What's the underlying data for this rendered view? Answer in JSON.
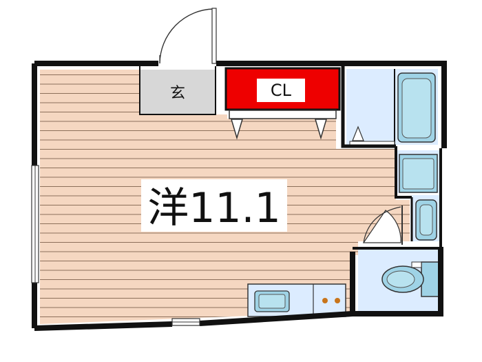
{
  "plan": {
    "rooms": {
      "genkan": {
        "label": "玄"
      },
      "closet": {
        "label": "CL"
      },
      "main_room": {
        "label": "洋11.1"
      }
    }
  },
  "colors": {
    "floor_wood": "#f5d7c1",
    "floor_lines": "#8c6f5a",
    "genkan": "#d7d7d7",
    "closet": "#ee0000",
    "wet_area": "#dcecff",
    "fixture": "#9fd3e6",
    "walls": "#111111"
  },
  "icons": {
    "entry_door": "door-swing-icon",
    "bathtub": "bathtub-icon",
    "washbasin": "washbasin-icon",
    "washing_machine": "washing-machine-icon",
    "toilet": "toilet-icon",
    "sink": "sink-icon",
    "stove": "stove-icon"
  }
}
